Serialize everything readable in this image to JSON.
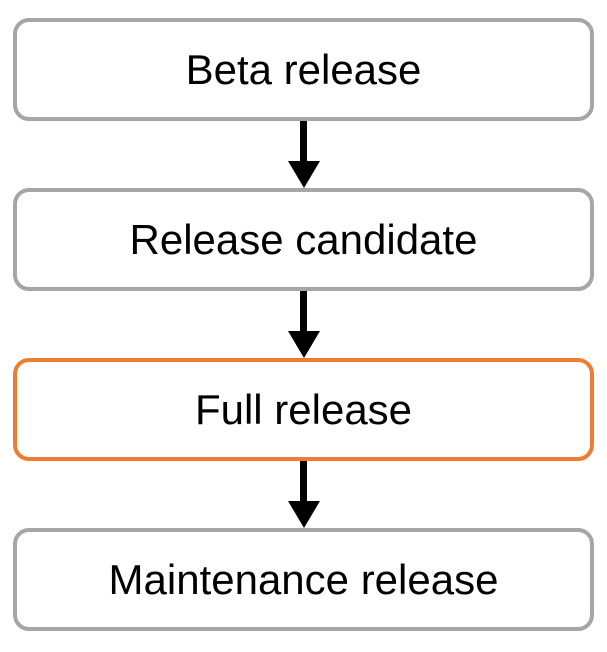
{
  "diagram": {
    "type": "flowchart",
    "direction": "top-down",
    "nodes": [
      {
        "id": "beta-release",
        "label": "Beta release",
        "border_color": "#A6A6A6",
        "highlighted": false
      },
      {
        "id": "release-candidate",
        "label": "Release candidate",
        "border_color": "#A6A6A6",
        "highlighted": false
      },
      {
        "id": "full-release",
        "label": "Full release",
        "border_color": "#ED7D31",
        "highlighted": true
      },
      {
        "id": "maintenance-release",
        "label": "Maintenance release",
        "border_color": "#A6A6A6",
        "highlighted": false
      }
    ],
    "edges": [
      {
        "from": "beta-release",
        "to": "release-candidate",
        "style": "arrow-down"
      },
      {
        "from": "release-candidate",
        "to": "full-release",
        "style": "arrow-down"
      },
      {
        "from": "full-release",
        "to": "maintenance-release",
        "style": "arrow-down"
      }
    ],
    "colors": {
      "default_border": "#A6A6A6",
      "highlight_border": "#ED7D31",
      "arrow": "#000000",
      "text": "#000000",
      "background": "#FFFFFF"
    }
  }
}
